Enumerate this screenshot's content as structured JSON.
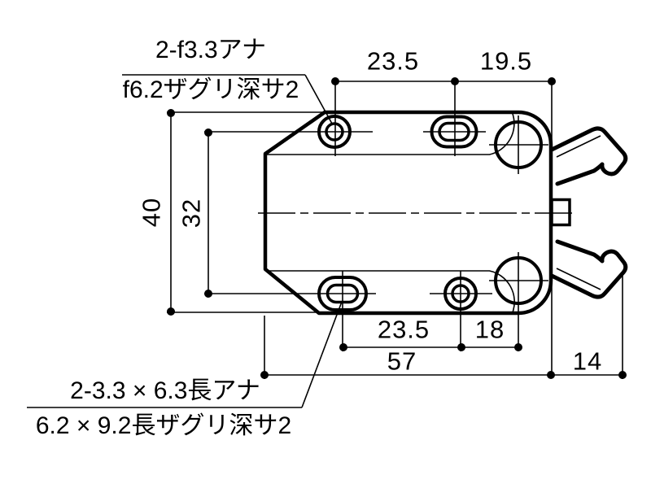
{
  "drawing": {
    "title_context": "latch-catch-dimension-drawing",
    "notes": {
      "top_hole_note": {
        "line1": "2-f3.3アナ",
        "line2": "f6.2ザグリ深サ2"
      },
      "bottom_hole_note": {
        "line1": "2-3.3 × 6.3長アナ",
        "line2": "6.2 × 9.2長ザグリ深サ2"
      }
    },
    "dimensions": {
      "top_hole_pitch": "23.5",
      "top_edge_offset": "19.5",
      "body_height": "40",
      "hole_row_pitch": "32",
      "bottom_hole_pitch": "23.5",
      "bottom_edge_offset": "18",
      "overall_width": "57",
      "arm_overhang": "14"
    },
    "colors": {
      "line": "#000000",
      "background": "#ffffff"
    }
  }
}
